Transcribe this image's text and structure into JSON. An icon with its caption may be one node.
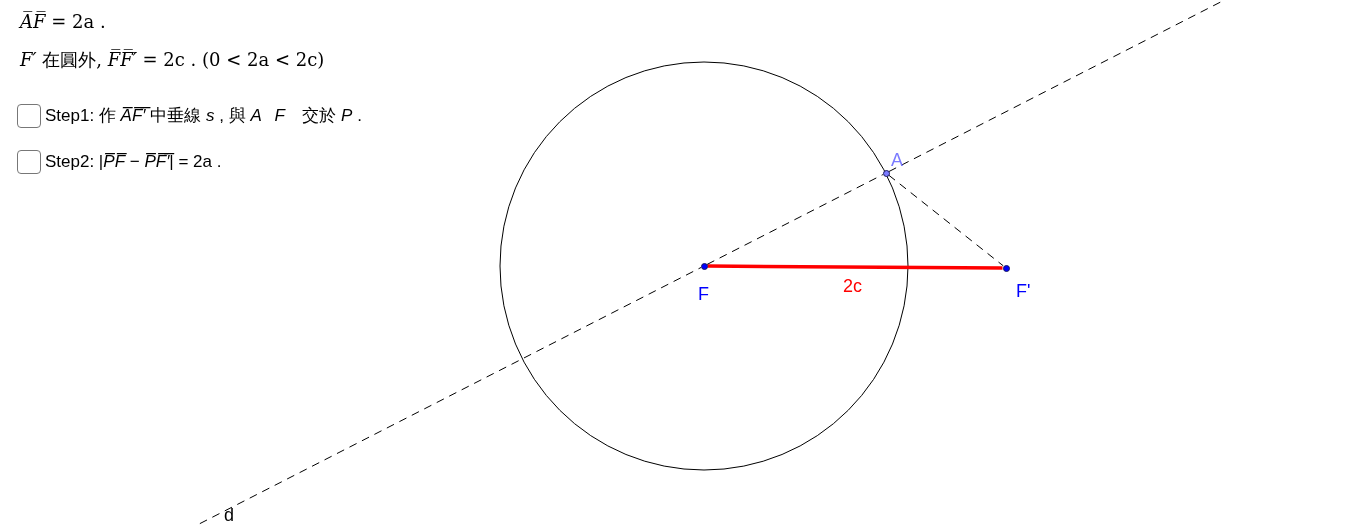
{
  "diagram": {
    "nodes": [
      {
        "text": [],
        "shape": "circle",
        "beside": [
          "F"
        ]
      },
      {
        "text": [],
        "shape": "circle",
        "beside": [
          "A"
        ]
      },
      {
        "text": [],
        "shape": "circle",
        "beside": [
          "F'"
        ]
      }
    ],
    "edges": [
      {
        "from": 0,
        "to": 2,
        "arrow": "none",
        "label": "2c",
        "style": "thick",
        "color": "#ff0000"
      },
      {
        "from": 0,
        "to": 1,
        "arrow": "none",
        "style": "dashed"
      },
      {
        "from": 1,
        "to": 2,
        "arrow": "none",
        "style": "dashed"
      }
    ],
    "labels": [
      "*A̅F̅* = 2a .",
      "*F′* 在圓外, *F̅F̅′̅* = 2c . (0 < 2a < 2c)",
      "Step1: 作 *A̅F̅′̅* 中垂線 *s* , 與 *A⃖F⃗* 交於 *P* .",
      "Step2: |*P̅F̅* − *P̅F̅′̅*| = 2a .",
      "d"
    ]
  }
}
